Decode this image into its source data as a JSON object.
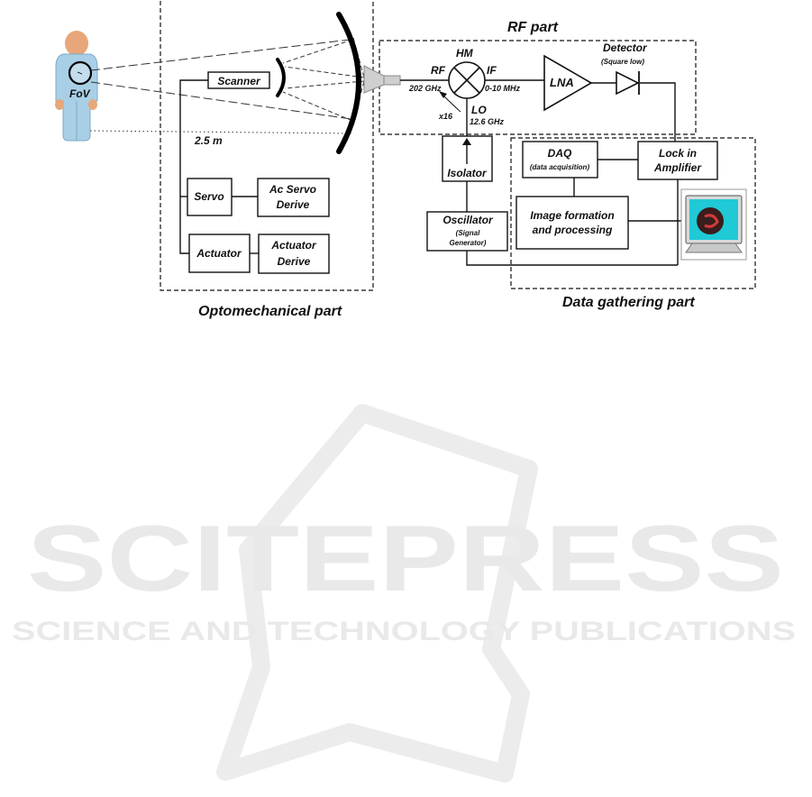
{
  "sections": {
    "optomechanical": "Optomechanical part",
    "rf": "RF part",
    "data_gathering": "Data gathering part"
  },
  "person": {
    "fov": "FoV",
    "distance": "2.5 m"
  },
  "blocks": {
    "scanner": "Scanner",
    "servo": "Servo",
    "ac_servo_line1": "Ac Servo",
    "ac_servo_line2": "Derive",
    "actuator": "Actuator",
    "actuator_derive_line1": "Actuator",
    "actuator_derive_line2": "Derive",
    "isolator": "Isolator",
    "oscillator": "Oscillator",
    "oscillator_sub1": "(Signal",
    "oscillator_sub2": "Generator)",
    "daq": "DAQ",
    "daq_sub": "(data acquisition)",
    "lockin_line1": "Lock in",
    "lockin_line2": "Amplifier",
    "image_line1": "Image formation",
    "image_line2": "and processing",
    "lna": "LNA",
    "detector": "Detector",
    "detector_sub": "(Square low)"
  },
  "mixer": {
    "name": "HM",
    "rf": "RF",
    "rf_freq": "202 GHz",
    "if": "IF",
    "if_freq": "0-10 MHz",
    "lo": "LO",
    "lo_freq": "12.6 GHz",
    "multiplier": "x16"
  },
  "watermark": {
    "title": "SCITEPRESS",
    "subtitle": "SCIENCE AND TECHNOLOGY PUBLICATIONS"
  },
  "colors": {
    "person_body": "#a9cfe6",
    "skin": "#e8a77a",
    "monitor_screen": "#1fc9d6",
    "watermark": "#e9e9e9"
  }
}
